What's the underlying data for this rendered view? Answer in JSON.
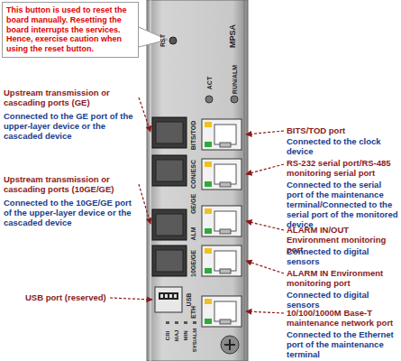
{
  "diagram": {
    "nodes": [
      {
        "text": [
          "This button is used to reset the board manually. Resetting the board interrupts the services. Hence, exercise caution when using the reset button."
        ]
      }
    ],
    "labels": [
      "Upstream transmission or cascading ports (GE)",
      "Connected to the GE port of the upper-layer device or the cascaded device",
      "Upstream transmission or cascading ports (10GE/GE)",
      "Connected to the 10GE/GE port of the upper-layer device or the cascaded device",
      "USB port (reserved)",
      "BITS/TOD port",
      "Connected to the clock device",
      "RS-232 serial port/RS-485 monitoring serial port",
      "Connected to the serial port of the maintenance terminal/Connected to the serial port of the monitored device",
      "ALARM IN/OUT Environment monitoring port",
      "Connected to digital sensors",
      "ALARM IN Environment monitoring port",
      "Connected to digital sensors",
      "10/100/1000M Base-T maintenance network port",
      "Connected to the Ethernet port of the maintenance terminal",
      "MPSA",
      "RUN/ALM",
      "ACT",
      "RST",
      "BITS/TOD",
      "CON/ESC",
      "GE/GE",
      "10GE/GE",
      "ALM",
      "USB",
      "ETH",
      "CRI",
      "MAJ",
      "MIN",
      "SYS/ALM"
    ]
  }
}
